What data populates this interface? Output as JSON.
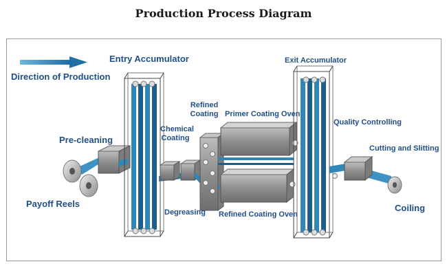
{
  "title": "Production Process Diagram",
  "labels": {
    "direction": "Direction of Production",
    "entry_accumulator": "Entry Accumulator",
    "pre_cleaning": "Pre-cleaning",
    "payoff_reels": "Payoff Reels",
    "chemical_coating_1": "Chemical",
    "chemical_coating_2": "Coating",
    "degreasing": "Degreasing",
    "refined_coating_1": "Refined",
    "refined_coating_2": "Coating",
    "primer_coating_oven": "Primer Coating Oven",
    "refined_coating_oven": "Refined Coating Oven",
    "exit_accumulator": "Exit Accumulator",
    "quality_controlling": "Quality Controlling",
    "cutting_and_slitting": "Cutting and Slitting",
    "coiling": "Coiling"
  },
  "colors": {
    "label": "#1f4f86",
    "strip": "#2f86b8",
    "strip_dark": "#1d5f8c",
    "machine": "#8c8c8c",
    "roller": "#cfcfcf"
  }
}
